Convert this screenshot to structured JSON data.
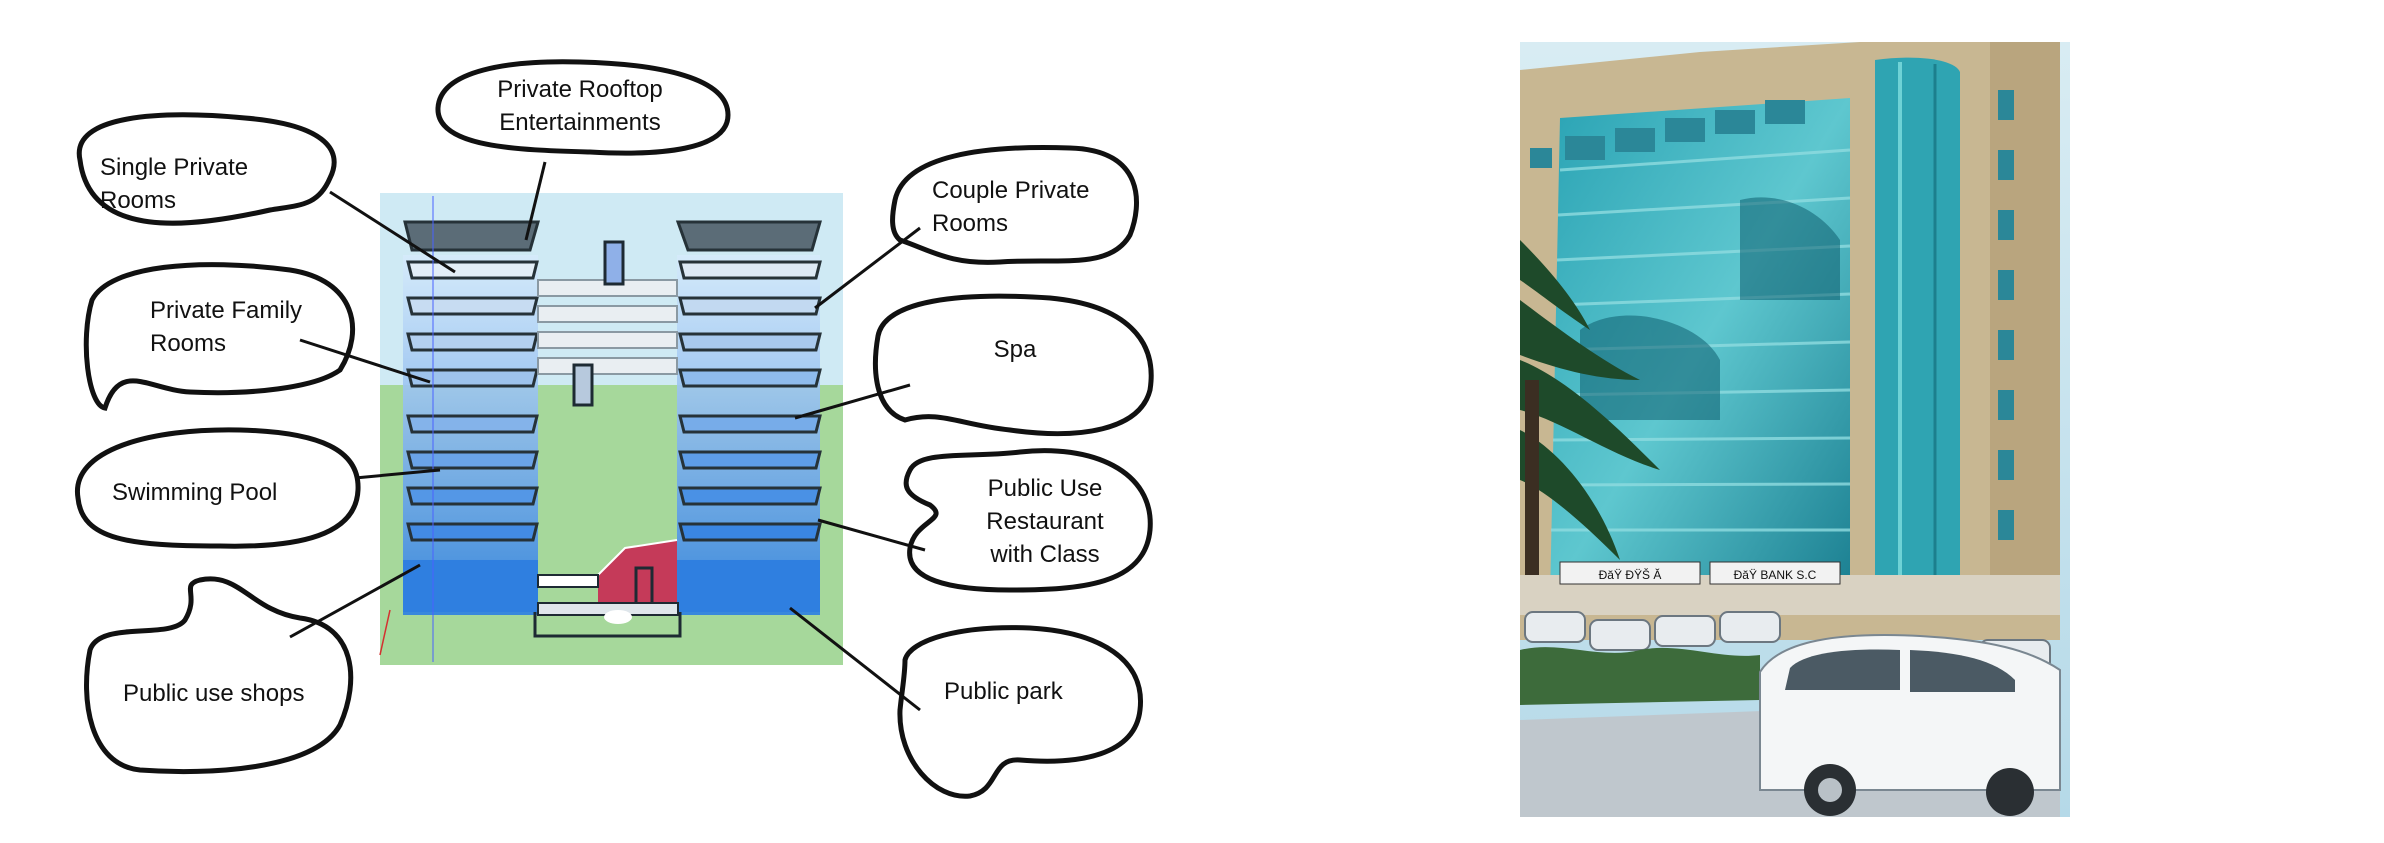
{
  "labels": {
    "rooftop": [
      "Private Rooftop",
      "Entertainments"
    ],
    "single": [
      "Single Private",
      "Rooms"
    ],
    "family": [
      "Private Family",
      "Rooms"
    ],
    "pool": [
      "Swimming Pool"
    ],
    "shops": [
      "Public use shops"
    ],
    "couple": [
      "Couple Private",
      "Rooms"
    ],
    "spa": [
      "Spa"
    ],
    "restaurant": [
      "Public Use",
      "Restaurant",
      "with Class"
    ],
    "park": [
      "Public park"
    ]
  },
  "photo": {
    "sign_left": "ĐăŸ ĐŸŠ Ă",
    "sign_right": "ĐăŸ BANK S.C"
  },
  "colors": {
    "sky": "#cfeaf4",
    "ground": "#a6d89b",
    "floor_top": "#c2def6",
    "floor_bottom": "#2f7fe0",
    "accent_red": "#c53a59"
  }
}
